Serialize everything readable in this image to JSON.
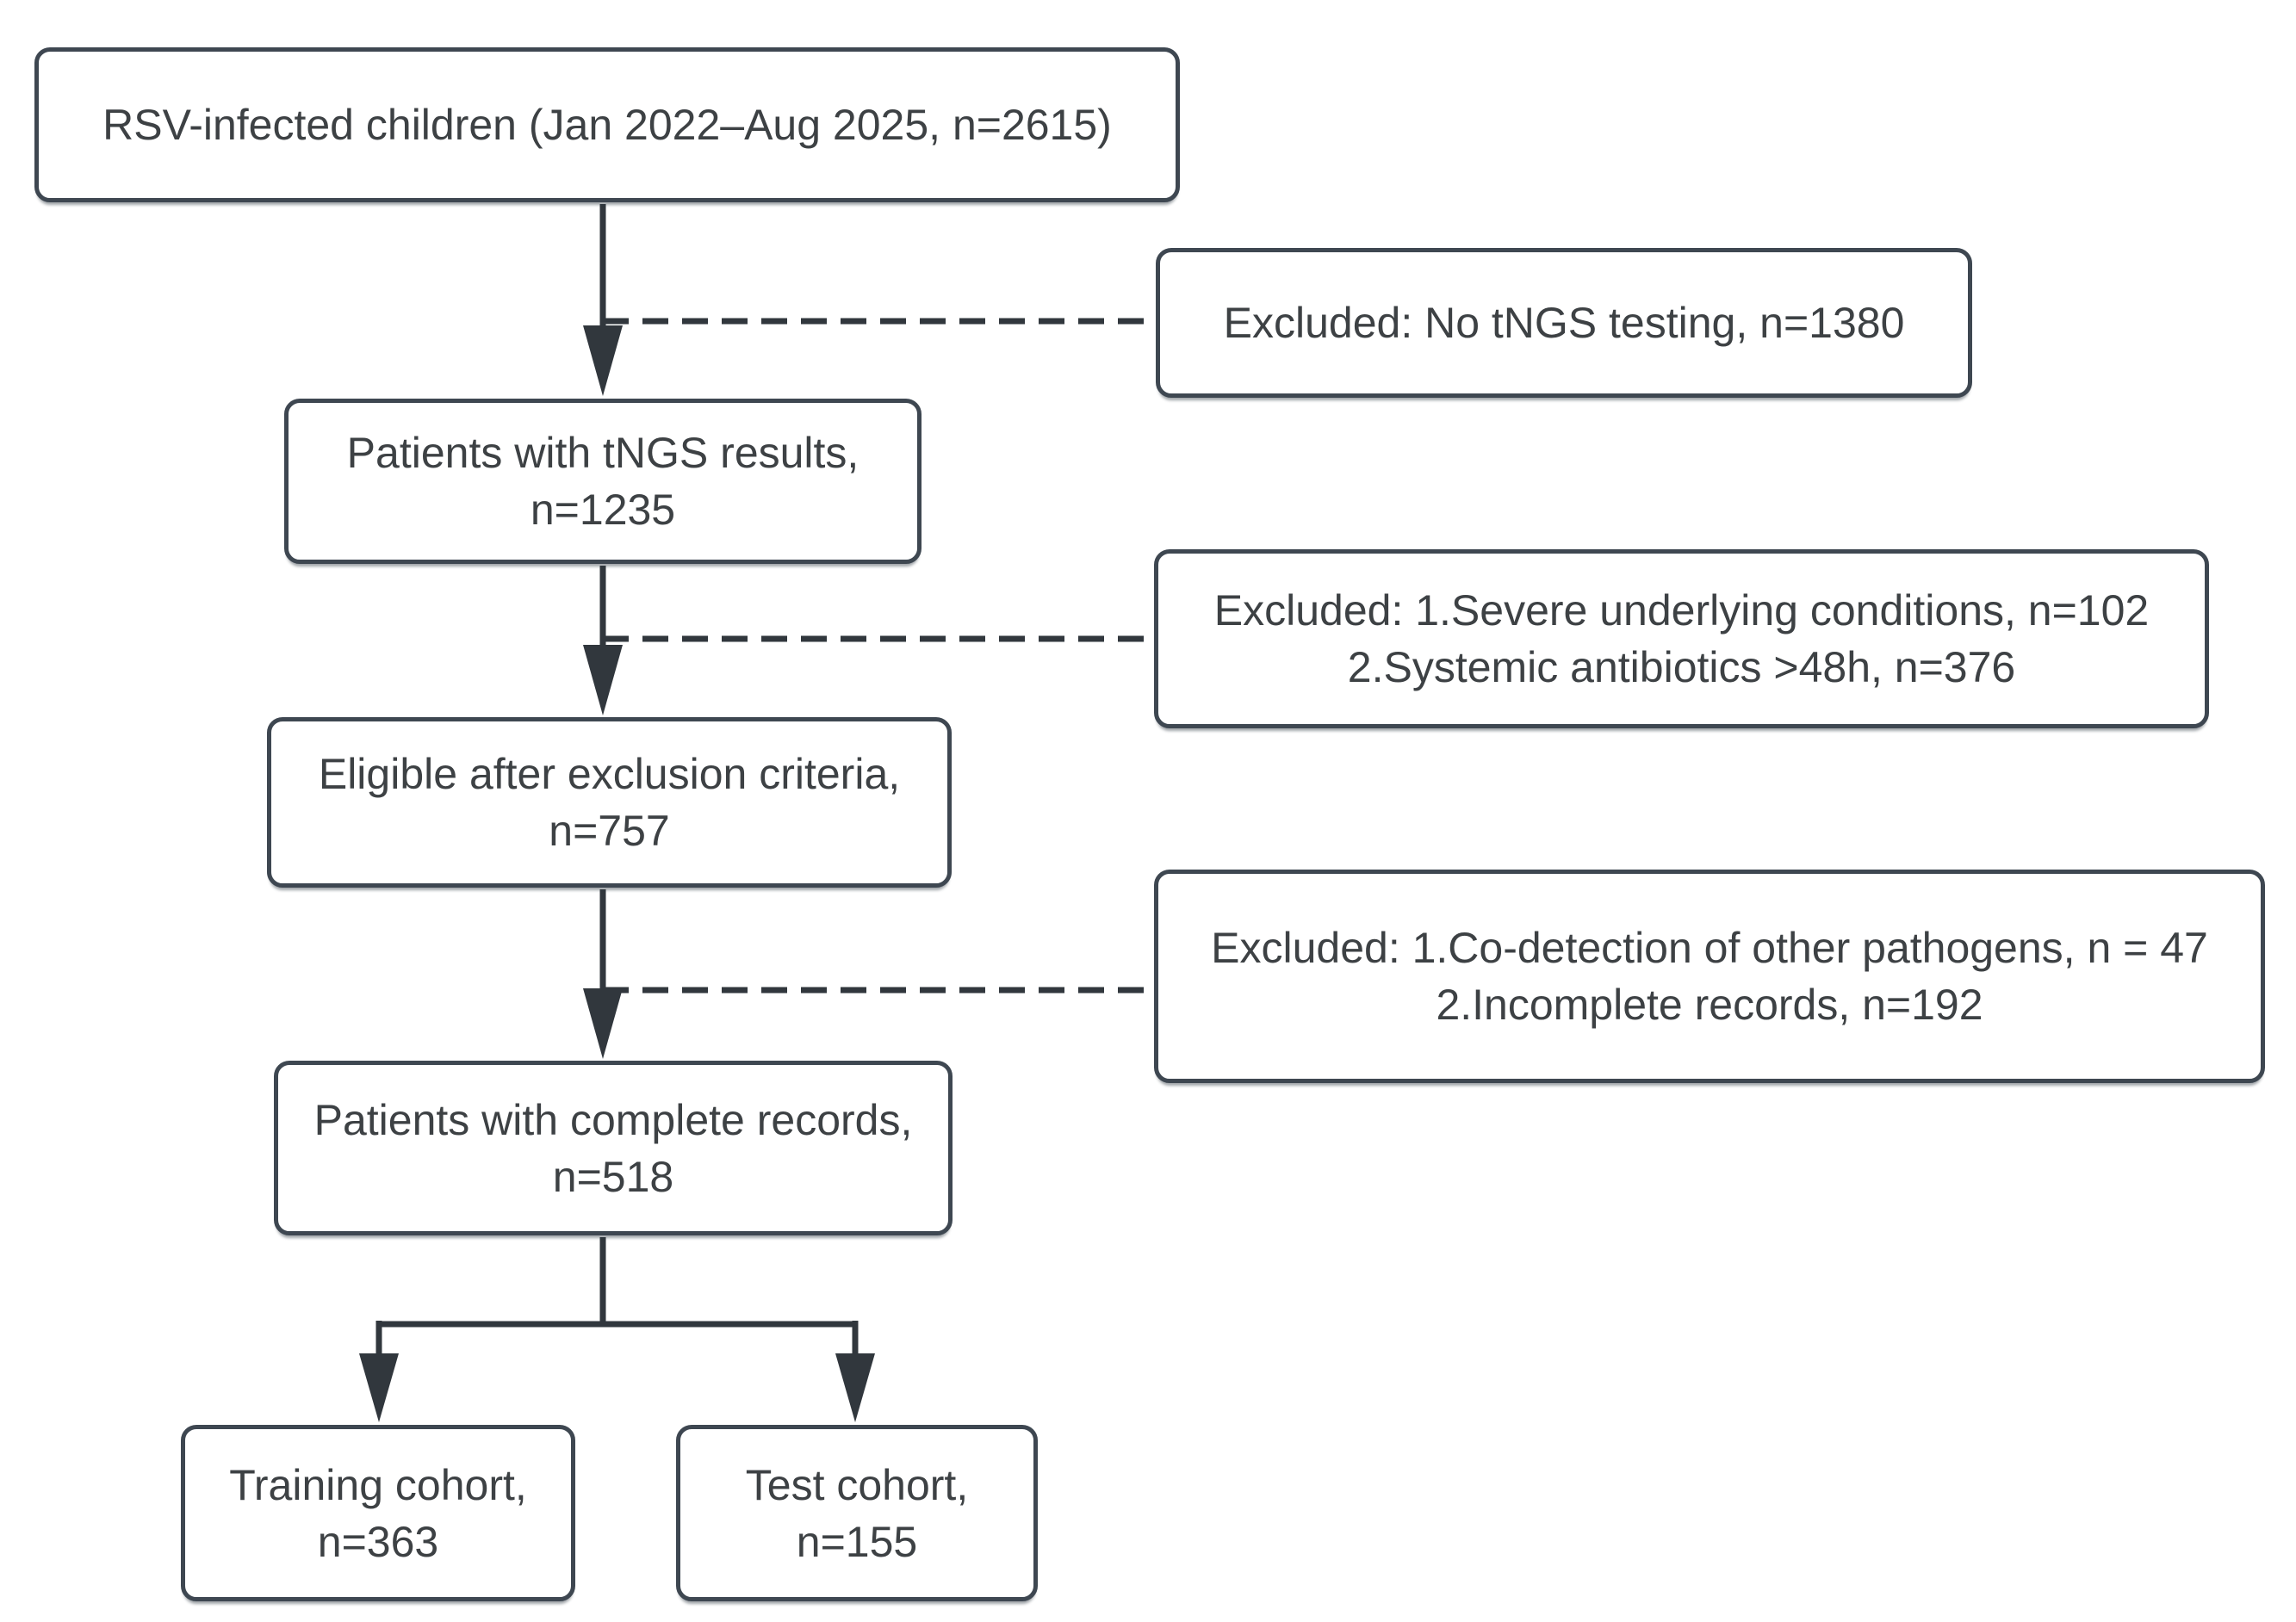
{
  "colors": {
    "background": "#ffffff",
    "box_fill": "#ffffff",
    "box_border": "#3e4751",
    "connector": "#31373d",
    "text": "#3d4144"
  },
  "nodes": {
    "initial": {
      "line1": "RSV-infected children (Jan 2022–Aug 2025, n=2615)"
    },
    "excluded_no_tngs": {
      "line1": "Excluded: No tNGS testing, n=1380"
    },
    "tngs_results": {
      "line1": "Patients with tNGS results,",
      "line2": "n=1235"
    },
    "excluded_conditions": {
      "line1": "Excluded: 1.Severe underlying conditions, n=102",
      "line2": "2.Systemic antibiotics >48h, n=376"
    },
    "eligible": {
      "line1": "Eligible after exclusion criteria,",
      "line2": "n=757"
    },
    "excluded_codetection": {
      "line1": "Excluded: 1.Co-detection of other pathogens, n = 47",
      "line2": "2.Incomplete records, n=192"
    },
    "complete_records": {
      "line1": "Patients with complete records,",
      "line2": "n=518"
    },
    "training_cohort": {
      "line1": "Training cohort,",
      "line2": "n=363"
    },
    "test_cohort": {
      "line1": "Test cohort,",
      "line2": "n=155"
    }
  }
}
